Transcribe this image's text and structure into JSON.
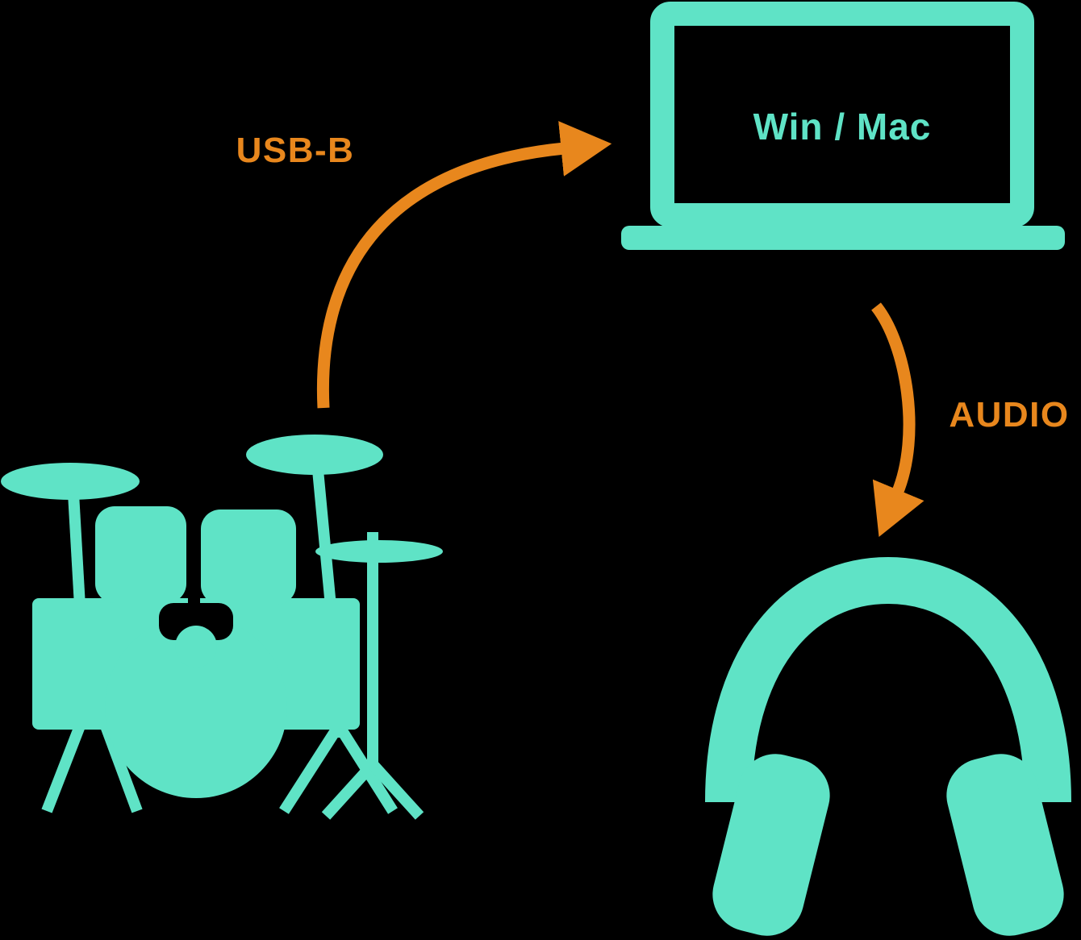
{
  "labels": {
    "computer": "Win / Mac",
    "usb_connection": "USB-B",
    "audio_connection": "AUDIO"
  },
  "icons": {
    "source": "drum-kit-icon",
    "computer": "laptop-icon",
    "output": "headphones-icon",
    "connectors": "arrow-icon"
  },
  "colors": {
    "teal": "#5FE3C6",
    "orange": "#E8871D",
    "background": "#000000"
  }
}
